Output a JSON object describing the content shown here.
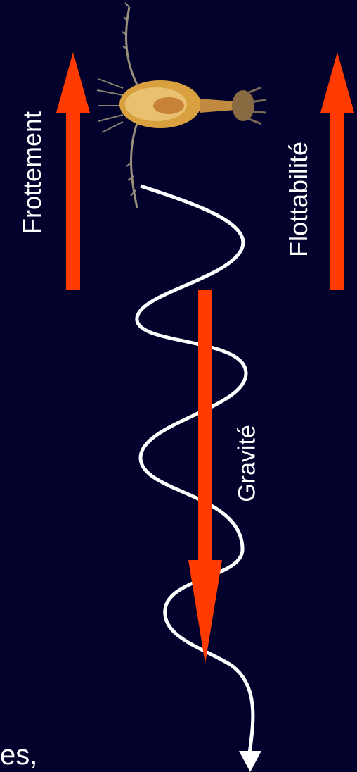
{
  "labels": {
    "drag": "Frottement",
    "buoyancy": "Flottabilité",
    "gravity": "Gravité"
  },
  "footer_fragment": "es,",
  "colors": {
    "background": "#02022c",
    "force_arrow": "#ff3b00",
    "path_line": "#ffffff",
    "organism": "#d9a040"
  },
  "icons": {
    "organism": "copepod-icon",
    "path": "wavy-path-arrow"
  }
}
